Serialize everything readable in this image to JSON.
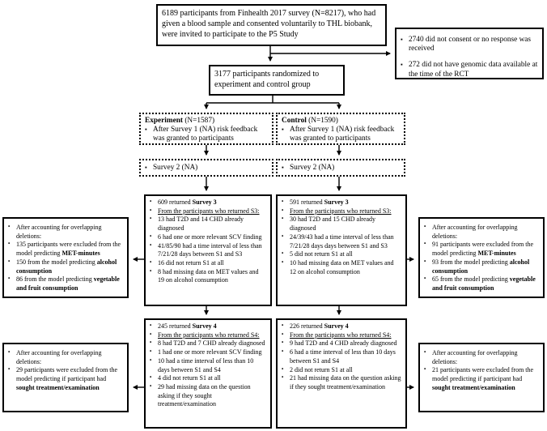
{
  "colors": {
    "border": "#000000",
    "background": "#ffffff",
    "text": "#000000"
  },
  "boxes": {
    "invited": {
      "text": "6189 participants from Finhealth 2017 survey (N=8217), who had given a blood sample and consented voluntarily to THL biobank, were invited to participate to the P5 Study"
    },
    "not_consented": {
      "lines": [
        [
          {
            "t": "2740 did not consent or no response was received"
          }
        ],
        [
          {
            "t": "272 did not have genomic data available at the time of the RCT"
          }
        ]
      ]
    },
    "randomized": {
      "text": "3177 participants randomized to experiment and control group"
    },
    "experiment": {
      "title_bold": "Experiment",
      "title_rest": " (N=1587)",
      "lines": [
        [
          {
            "t": "After Survey 1 (NA) risk feedback was granted to participants"
          }
        ]
      ]
    },
    "control": {
      "title_bold": "Control",
      "title_rest": " (N=1590)",
      "lines": [
        [
          {
            "t": "After Survey 1 (NA) risk feedback was granted to participants"
          }
        ]
      ]
    },
    "survey2_experiment": {
      "lines": [
        [
          {
            "t": "Survey 2 (NA)"
          }
        ]
      ]
    },
    "survey2_control": {
      "lines": [
        [
          {
            "t": "Survey 2 (NA)"
          }
        ]
      ]
    },
    "survey3_experiment": {
      "lines": [
        [
          {
            "t": "609 returned "
          },
          {
            "t": "Survey 3",
            "s": "b"
          }
        ],
        [
          {
            "t": "From the participants who returned S3:",
            "s": "u"
          }
        ],
        [
          {
            "t": "13 had T2D and 14 CHD already diagnosed"
          }
        ],
        [
          {
            "t": "6 had one or more relevant SCV finding"
          }
        ],
        [
          {
            "t": "41/85/90 had a time interval of less than 7/21/28 days between S1 and S3"
          }
        ],
        [
          {
            "t": "16 did not return S1 at all"
          }
        ],
        [
          {
            "t": "8 had missing data on MET values and 19 on alcohol consumption"
          }
        ]
      ]
    },
    "survey3_control": {
      "lines": [
        [
          {
            "t": "591 returned "
          },
          {
            "t": "Survey 3",
            "s": "b"
          }
        ],
        [
          {
            "t": "From the participants who returned S3:",
            "s": "u"
          }
        ],
        [
          {
            "t": "30 had T2D and 15 CHD already diagnosed"
          }
        ],
        [
          {
            "t": "24/39/43 had a time interval of less than 7/21/28 days days between S1 and S3"
          }
        ],
        [
          {
            "t": "5 did not return S1 at all"
          }
        ],
        [
          {
            "t": "10 had missing data on MET values and 12 on alcohol consumption"
          }
        ]
      ]
    },
    "exclusion_mid_experiment": {
      "lines": [
        [
          {
            "t": "After accounting for overlapping deletions:"
          }
        ],
        [
          {
            "t": "135 participants were excluded from the model predicting "
          },
          {
            "t": "MET-minutes",
            "s": "b"
          }
        ],
        [
          {
            "t": "150 from the model predicting "
          },
          {
            "t": "alcohol consumption",
            "s": "b"
          }
        ],
        [
          {
            "t": "86 from the model predicting "
          },
          {
            "t": "vegetable and fruit consumption",
            "s": "b"
          }
        ]
      ]
    },
    "exclusion_mid_control": {
      "lines": [
        [
          {
            "t": "After accounting for overlapping deletions:"
          }
        ],
        [
          {
            "t": "91 participants were excluded from the model predicting "
          },
          {
            "t": "MET-minutes",
            "s": "b"
          }
        ],
        [
          {
            "t": "93 from the model predicting "
          },
          {
            "t": "alcohol consumption",
            "s": "b"
          }
        ],
        [
          {
            "t": "65 from the model predicting "
          },
          {
            "t": "vegetable and fruit consumption",
            "s": "b"
          }
        ]
      ]
    },
    "survey4_experiment": {
      "lines": [
        [
          {
            "t": "245 returned "
          },
          {
            "t": "Survey 4",
            "s": "b"
          }
        ],
        [
          {
            "t": "From the participants who returned S4:",
            "s": "u"
          }
        ],
        [
          {
            "t": "8 had T2D and 7 CHD already diagnosed"
          }
        ],
        [
          {
            "t": "1 had one or more relevant SCV finding"
          }
        ],
        [
          {
            "t": "10 had a time interval of less than 10 days between S1 and S4"
          }
        ],
        [
          {
            "t": "4 did not return S1 at all"
          }
        ],
        [
          {
            "t": "29 had missing data on the question asking if they sought treatment/examination"
          }
        ]
      ]
    },
    "survey4_control": {
      "lines": [
        [
          {
            "t": "226 returned "
          },
          {
            "t": "Survey 4",
            "s": "b"
          }
        ],
        [
          {
            "t": "From the participants who returned S4:",
            "s": "u"
          }
        ],
        [
          {
            "t": "9 had T2D and 4 CHD already diagnosed"
          }
        ],
        [
          {
            "t": "6 had a time interval of less than 10 days between S1 and S4"
          }
        ],
        [
          {
            "t": "2 did not return S1 at all"
          }
        ],
        [
          {
            "t": "21 had missing data on the question asking if they sought treatment/examination"
          }
        ]
      ]
    },
    "exclusion_bottom_experiment": {
      "lines": [
        [
          {
            "t": "After accounting for overlapping deletions:"
          }
        ],
        [
          {
            "t": "29 participants were excluded from the model predicting if participant had "
          },
          {
            "t": "sought treatment/examination",
            "s": "b"
          }
        ]
      ]
    },
    "exclusion_bottom_control": {
      "lines": [
        [
          {
            "t": "After accounting for overlapping deletions:"
          }
        ],
        [
          {
            "t": "21 participants were excluded from the model predicting if participant had "
          },
          {
            "t": "sought treatment/examination",
            "s": "b"
          }
        ]
      ]
    }
  }
}
